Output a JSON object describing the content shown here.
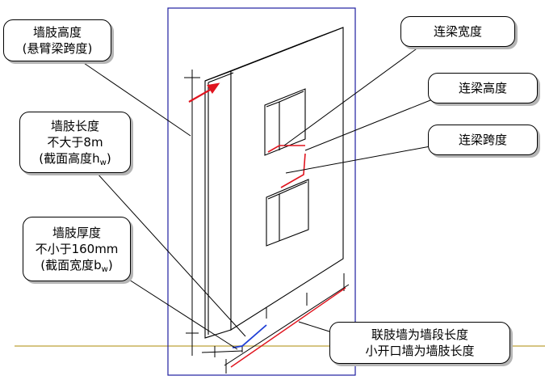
{
  "labels": {
    "limb_height_line1": "墙肢高度",
    "limb_height_line2": "(悬臂梁跨度)",
    "limb_length_line1": "墙肢长度",
    "limb_length_line2": "不大于8m",
    "limb_length_line3_prefix": "(截面高度h",
    "limb_length_line3_sub": "w",
    "limb_length_line3_suffix": ")",
    "limb_thickness_line1": "墙肢厚度",
    "limb_thickness_line2": "不小于160mm",
    "limb_thickness_line3_prefix": "(截面宽度b",
    "limb_thickness_line3_sub": "w",
    "limb_thickness_line3_suffix": ")",
    "beam_width": "连梁宽度",
    "beam_height": "连梁高度",
    "beam_span": "连梁跨度",
    "segment_line1": "联肢墙为墙段长度",
    "segment_line2": "小开口墙为墙肢长度"
  },
  "colors": {
    "frame": "#1f1fa0",
    "hatch_line": "#c8b25a",
    "leader": "#000000",
    "highlight_red": "#e0141e",
    "highlight_blue": "#1f3fd6",
    "shadow": "#b5b5b5"
  }
}
